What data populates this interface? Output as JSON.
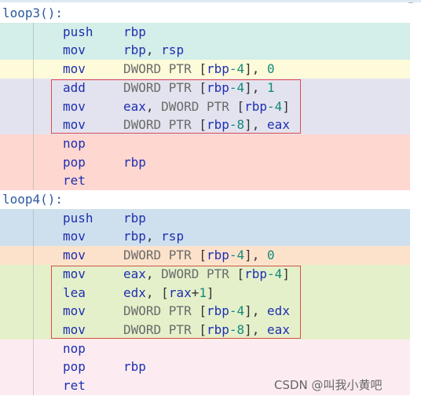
{
  "colors": {
    "teal": "#d4eee9",
    "yellow": "#fdfbd9",
    "lavender": "#e3e3ef",
    "salmon": "#fed7d0",
    "blue": "#cee0ee",
    "peach": "#fde2cb",
    "green": "#e4f0ca",
    "pink": "#fcecf2",
    "highlight_box": "#e04a4a"
  },
  "functions": [
    {
      "label": "loop3():",
      "rows": [
        {
          "mnemonic": "push",
          "tokens": [
            {
              "t": "rbp",
              "c": "reg"
            }
          ],
          "bg": "teal"
        },
        {
          "mnemonic": "mov",
          "tokens": [
            {
              "t": "rbp",
              "c": "reg"
            },
            {
              "t": ", ",
              "c": "punc"
            },
            {
              "t": "rsp",
              "c": "reg"
            }
          ],
          "bg": "teal"
        },
        {
          "mnemonic": "mov",
          "tokens": [
            {
              "t": "DWORD PTR ",
              "c": "kw"
            },
            {
              "t": "[",
              "c": "punc"
            },
            {
              "t": "rbp",
              "c": "reg"
            },
            {
              "t": "-4",
              "c": "num"
            },
            {
              "t": "], ",
              "c": "punc"
            },
            {
              "t": "0",
              "c": "num"
            }
          ],
          "bg": "yellow"
        },
        {
          "mnemonic": "add",
          "tokens": [
            {
              "t": "DWORD PTR ",
              "c": "kw"
            },
            {
              "t": "[",
              "c": "punc"
            },
            {
              "t": "rbp",
              "c": "reg"
            },
            {
              "t": "-4",
              "c": "num"
            },
            {
              "t": "], ",
              "c": "punc"
            },
            {
              "t": "1",
              "c": "num"
            }
          ],
          "bg": "lavender"
        },
        {
          "mnemonic": "mov",
          "tokens": [
            {
              "t": "eax",
              "c": "reg"
            },
            {
              "t": ", ",
              "c": "punc"
            },
            {
              "t": "DWORD PTR ",
              "c": "kw"
            },
            {
              "t": "[",
              "c": "punc"
            },
            {
              "t": "rbp",
              "c": "reg"
            },
            {
              "t": "-4",
              "c": "num"
            },
            {
              "t": "]",
              "c": "punc"
            }
          ],
          "bg": "lavender"
        },
        {
          "mnemonic": "mov",
          "tokens": [
            {
              "t": "DWORD PTR ",
              "c": "kw"
            },
            {
              "t": "[",
              "c": "punc"
            },
            {
              "t": "rbp",
              "c": "reg"
            },
            {
              "t": "-8",
              "c": "num"
            },
            {
              "t": "], ",
              "c": "punc"
            },
            {
              "t": "eax",
              "c": "reg"
            }
          ],
          "bg": "lavender"
        },
        {
          "mnemonic": "nop",
          "tokens": [],
          "bg": "salmon"
        },
        {
          "mnemonic": "pop",
          "tokens": [
            {
              "t": "rbp",
              "c": "reg"
            }
          ],
          "bg": "salmon"
        },
        {
          "mnemonic": "ret",
          "tokens": [],
          "bg": "salmon"
        }
      ]
    },
    {
      "label": "loop4():",
      "rows": [
        {
          "mnemonic": "push",
          "tokens": [
            {
              "t": "rbp",
              "c": "reg"
            }
          ],
          "bg": "blue"
        },
        {
          "mnemonic": "mov",
          "tokens": [
            {
              "t": "rbp",
              "c": "reg"
            },
            {
              "t": ", ",
              "c": "punc"
            },
            {
              "t": "rsp",
              "c": "reg"
            }
          ],
          "bg": "blue"
        },
        {
          "mnemonic": "mov",
          "tokens": [
            {
              "t": "DWORD PTR ",
              "c": "kw"
            },
            {
              "t": "[",
              "c": "punc"
            },
            {
              "t": "rbp",
              "c": "reg"
            },
            {
              "t": "-4",
              "c": "num"
            },
            {
              "t": "], ",
              "c": "punc"
            },
            {
              "t": "0",
              "c": "num"
            }
          ],
          "bg": "peach"
        },
        {
          "mnemonic": "mov",
          "tokens": [
            {
              "t": "eax",
              "c": "reg"
            },
            {
              "t": ", ",
              "c": "punc"
            },
            {
              "t": "DWORD PTR ",
              "c": "kw"
            },
            {
              "t": "[",
              "c": "punc"
            },
            {
              "t": "rbp",
              "c": "reg"
            },
            {
              "t": "-4",
              "c": "num"
            },
            {
              "t": "]",
              "c": "punc"
            }
          ],
          "bg": "green"
        },
        {
          "mnemonic": "lea",
          "tokens": [
            {
              "t": "edx",
              "c": "reg"
            },
            {
              "t": ", ",
              "c": "punc"
            },
            {
              "t": "[",
              "c": "punc"
            },
            {
              "t": "rax",
              "c": "reg"
            },
            {
              "t": "+",
              "c": "punc"
            },
            {
              "t": "1",
              "c": "num"
            },
            {
              "t": "]",
              "c": "punc"
            }
          ],
          "bg": "green"
        },
        {
          "mnemonic": "mov",
          "tokens": [
            {
              "t": "DWORD PTR ",
              "c": "kw"
            },
            {
              "t": "[",
              "c": "punc"
            },
            {
              "t": "rbp",
              "c": "reg"
            },
            {
              "t": "-4",
              "c": "num"
            },
            {
              "t": "], ",
              "c": "punc"
            },
            {
              "t": "edx",
              "c": "reg"
            }
          ],
          "bg": "green"
        },
        {
          "mnemonic": "mov",
          "tokens": [
            {
              "t": "DWORD PTR ",
              "c": "kw"
            },
            {
              "t": "[",
              "c": "punc"
            },
            {
              "t": "rbp",
              "c": "reg"
            },
            {
              "t": "-8",
              "c": "num"
            },
            {
              "t": "], ",
              "c": "punc"
            },
            {
              "t": "eax",
              "c": "reg"
            }
          ],
          "bg": "green"
        },
        {
          "mnemonic": "nop",
          "tokens": [],
          "bg": "pink"
        },
        {
          "mnemonic": "pop",
          "tokens": [
            {
              "t": "rbp",
              "c": "reg"
            }
          ],
          "bg": "pink"
        },
        {
          "mnemonic": "ret",
          "tokens": [],
          "bg": "pink"
        }
      ]
    }
  ],
  "watermark": "CSDN @叫我小黄吧"
}
